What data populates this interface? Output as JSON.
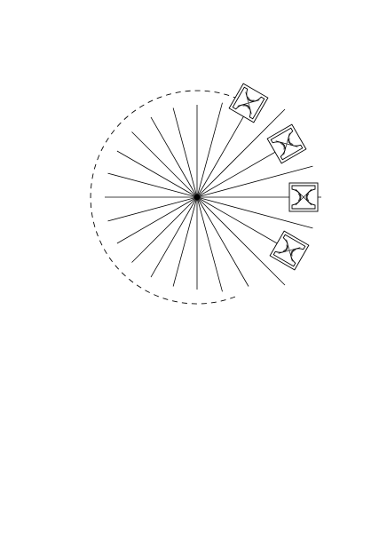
{
  "figure": {
    "ray_count": 24,
    "ray_step_degrees": 15,
    "dashed_arc_present": true,
    "specimen_count": 4,
    "specimen_orientations_degrees": [
      -60,
      -30,
      0,
      30
    ],
    "colors": {
      "background": "#ffffff",
      "stroke": "#000000",
      "specimen_fill": "#ffffff"
    }
  }
}
